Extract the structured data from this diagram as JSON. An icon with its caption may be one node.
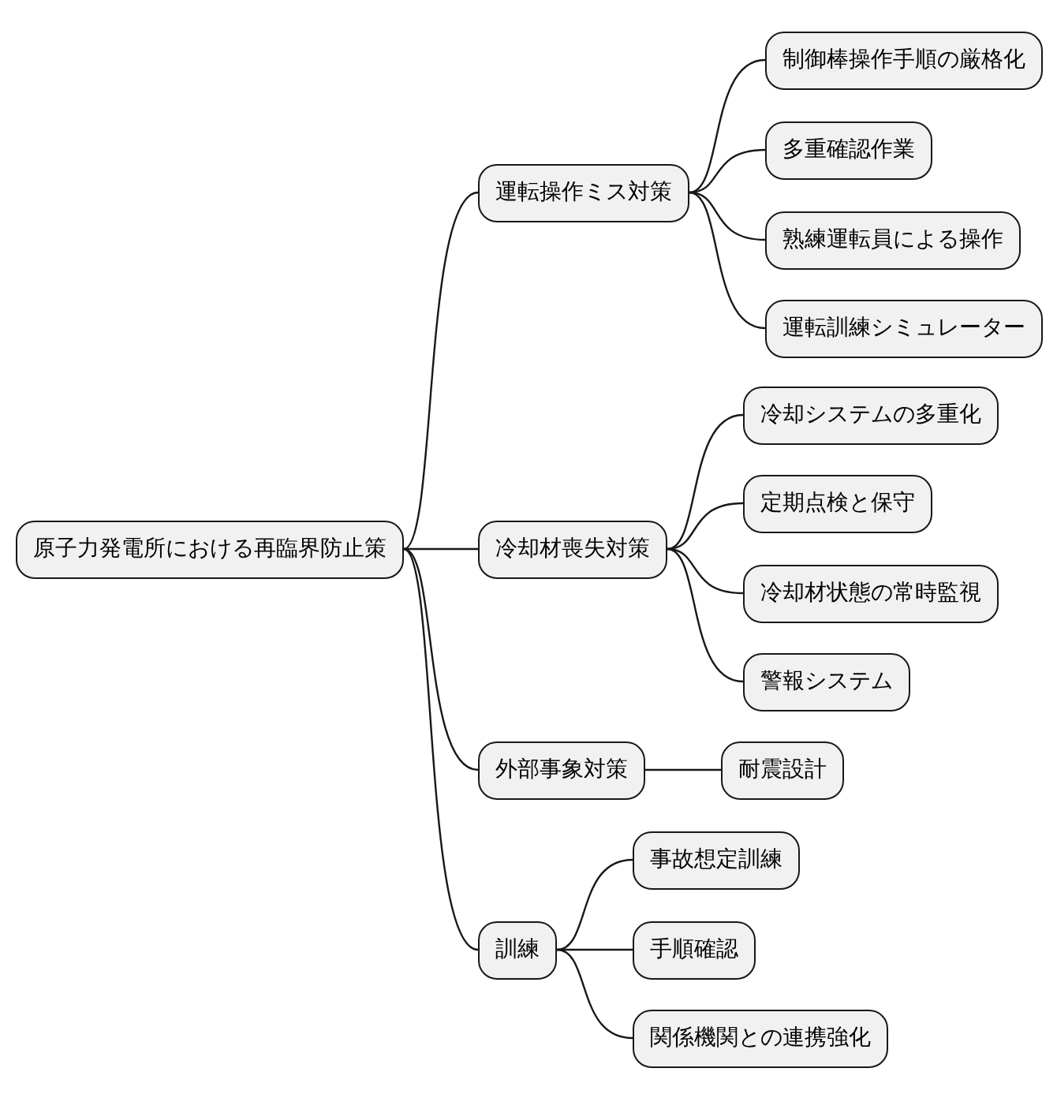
{
  "diagram": {
    "nodes": [
      {
        "text": [
          "原子力発電所における再臨界防止策"
        ]
      },
      {
        "text": [
          "運転操作ミス対策"
        ]
      },
      {
        "text": [
          "制御棒操作手順の厳格化"
        ]
      },
      {
        "text": [
          "多重確認作業"
        ]
      },
      {
        "text": [
          "熟練運転員による操作"
        ]
      },
      {
        "text": [
          "運転訓練シミュレーター"
        ]
      },
      {
        "text": [
          "冷却材喪失対策"
        ]
      },
      {
        "text": [
          "冷却システムの多重化"
        ]
      },
      {
        "text": [
          "定期点検と保守"
        ]
      },
      {
        "text": [
          "冷却材状態の常時監視"
        ]
      },
      {
        "text": [
          "警報システム"
        ]
      },
      {
        "text": [
          "外部事象対策"
        ]
      },
      {
        "text": [
          "耐震設計"
        ]
      },
      {
        "text": [
          "訓練"
        ]
      },
      {
        "text": [
          "事故想定訓練"
        ]
      },
      {
        "text": [
          "手順確認"
        ]
      },
      {
        "text": [
          "関係機関との連携強化"
        ]
      }
    ],
    "edges": [
      {
        "from": 0,
        "to": 1,
        "arrow": "none"
      },
      {
        "from": 0,
        "to": 6,
        "arrow": "none"
      },
      {
        "from": 0,
        "to": 11,
        "arrow": "none"
      },
      {
        "from": 0,
        "to": 13,
        "arrow": "none"
      },
      {
        "from": 1,
        "to": 2,
        "arrow": "none"
      },
      {
        "from": 1,
        "to": 3,
        "arrow": "none"
      },
      {
        "from": 1,
        "to": 4,
        "arrow": "none"
      },
      {
        "from": 1,
        "to": 5,
        "arrow": "none"
      },
      {
        "from": 6,
        "to": 7,
        "arrow": "none"
      },
      {
        "from": 6,
        "to": 8,
        "arrow": "none"
      },
      {
        "from": 6,
        "to": 9,
        "arrow": "none"
      },
      {
        "from": 6,
        "to": 10,
        "arrow": "none"
      },
      {
        "from": 11,
        "to": 12,
        "arrow": "none"
      },
      {
        "from": 13,
        "to": 14,
        "arrow": "none"
      },
      {
        "from": 13,
        "to": 15,
        "arrow": "none"
      },
      {
        "from": 13,
        "to": 16,
        "arrow": "none"
      }
    ]
  }
}
